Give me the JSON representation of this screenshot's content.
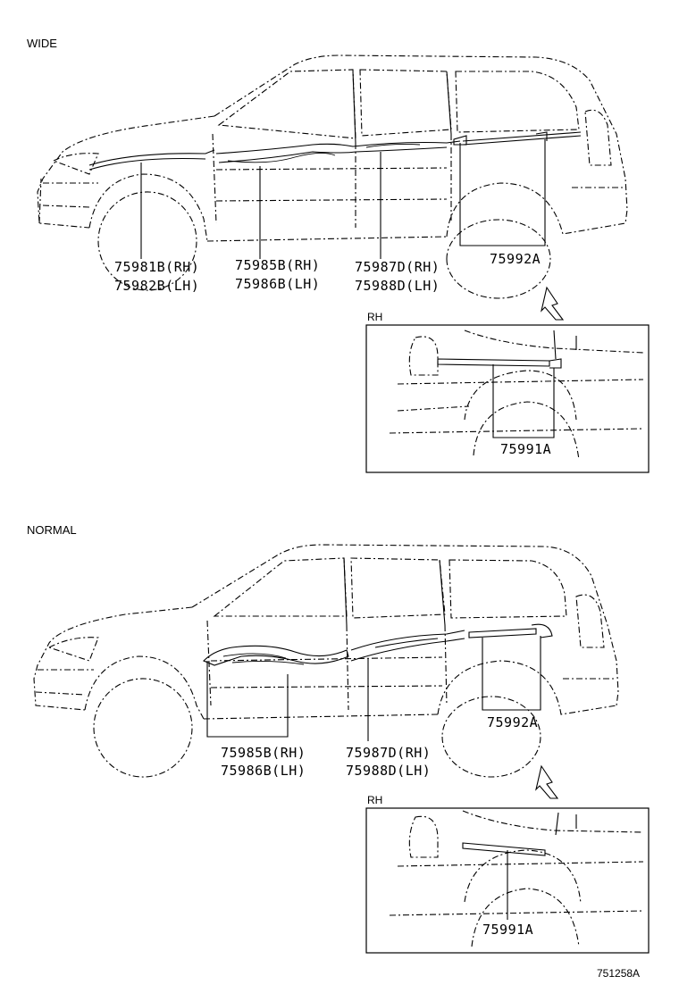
{
  "sections": {
    "wide": {
      "title": "WIDE",
      "parts": {
        "p1a": "75981B(RH)",
        "p1b": "75982B(LH)",
        "p2a": "75985B(RH)",
        "p2b": "75986B(LH)",
        "p3a": "75987D(RH)",
        "p3b": "75988D(LH)",
        "p4": "75992A"
      },
      "inset": {
        "side": "RH",
        "part": "75991A"
      }
    },
    "normal": {
      "title": "NORMAL",
      "parts": {
        "p2a": "75985B(RH)",
        "p2b": "75986B(LH)",
        "p3a": "75987D(RH)",
        "p3b": "75988D(LH)",
        "p4": "75992A"
      },
      "inset": {
        "side": "RH",
        "part": "75991A"
      }
    }
  },
  "figure_id": "751258A"
}
